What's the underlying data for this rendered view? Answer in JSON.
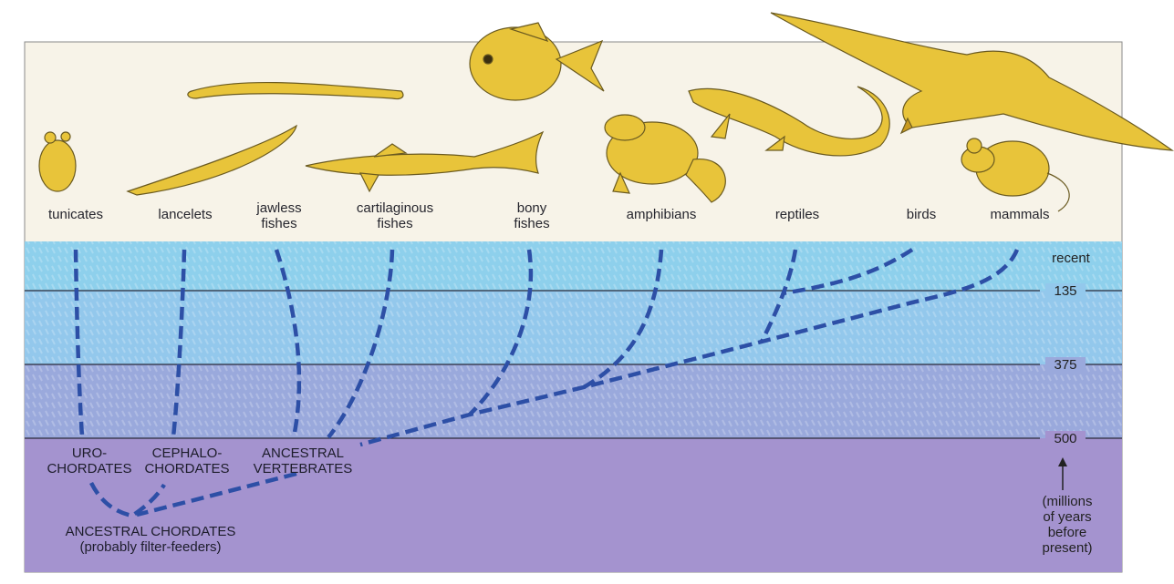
{
  "groups": [
    {
      "id": "tunicates",
      "line1": "",
      "line2": "tunicates"
    },
    {
      "id": "lancelets",
      "line1": "",
      "line2": "lancelets"
    },
    {
      "id": "jawless",
      "line1": "jawless",
      "line2": "fishes"
    },
    {
      "id": "cartilaginous",
      "line1": "cartilaginous",
      "line2": "fishes"
    },
    {
      "id": "bony",
      "line1": "bony",
      "line2": "fishes"
    },
    {
      "id": "amphibians",
      "line1": "",
      "line2": "amphibians"
    },
    {
      "id": "reptiles",
      "line1": "",
      "line2": "reptiles"
    },
    {
      "id": "birds",
      "line1": "",
      "line2": "birds"
    },
    {
      "id": "mammals",
      "line1": "",
      "line2": "mammals"
    }
  ],
  "time_axis": {
    "recent": "recent",
    "t135": "135",
    "t375": "375",
    "t500": "500",
    "unit": [
      "(millions",
      "of years",
      "before",
      "present)"
    ]
  },
  "clades": {
    "urochordates": [
      "URO-",
      "CHORDATES"
    ],
    "cephalochordates": [
      "CEPHALO-",
      "CHORDATES"
    ],
    "ancestral_vertebrates": [
      "ANCESTRAL",
      "VERTEBRATES"
    ],
    "ancestral_chordates": [
      "ANCESTRAL CHORDATES",
      "(probably filter-feeders)"
    ]
  },
  "colors": {
    "band_recent": "#8ed0ec",
    "band_135": "#93c8ec",
    "band_375": "#9aa9dc",
    "band_500": "#a493cf",
    "line": "#2d4fa6",
    "animal": "#e8c43a"
  }
}
